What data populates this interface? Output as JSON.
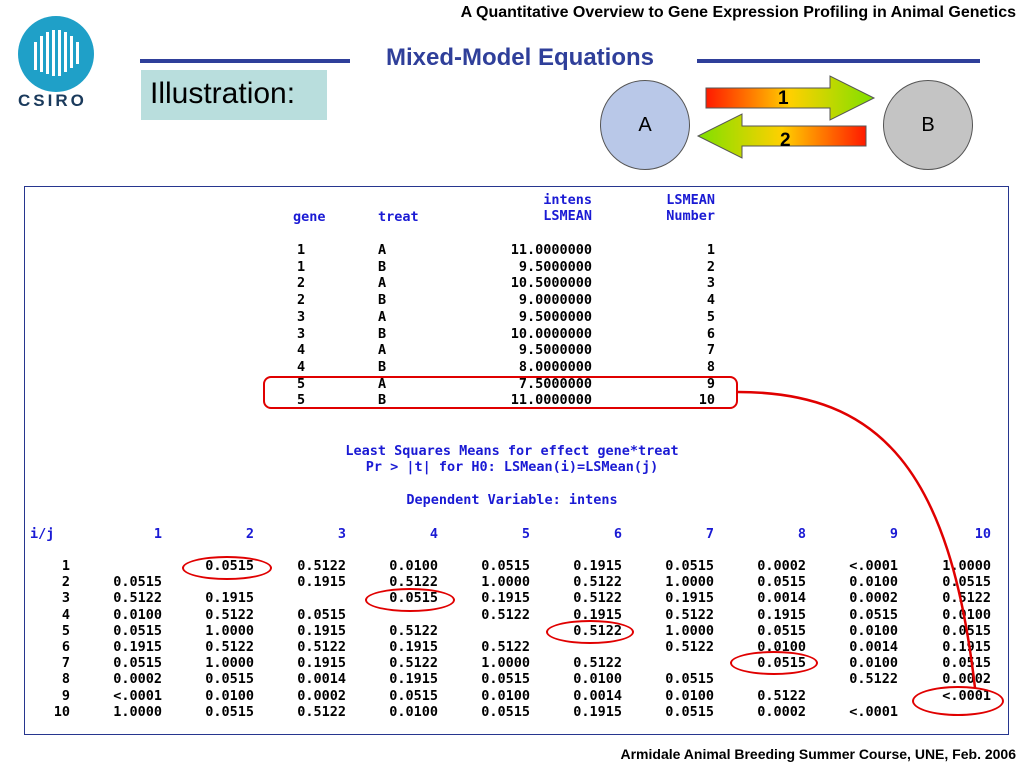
{
  "header_title": "A Quantitative Overview to Gene Expression Profiling in Animal Genetics",
  "slide_title": "Mixed-Model Equations",
  "logo_text": "CSIRO",
  "illustration_label": "Illustration:",
  "diagram": {
    "node_a": "A",
    "node_b": "B",
    "arrow_1": "1",
    "arrow_2": "2"
  },
  "lsmeans": {
    "headers": [
      "gene",
      "treat",
      "intens\nLSMEAN",
      "LSMEAN\nNumber"
    ],
    "rows": [
      [
        "1",
        "A",
        "11.0000000",
        "1"
      ],
      [
        "1",
        "B",
        "9.5000000",
        "2"
      ],
      [
        "2",
        "A",
        "10.5000000",
        "3"
      ],
      [
        "2",
        "B",
        "9.0000000",
        "4"
      ],
      [
        "3",
        "A",
        "9.5000000",
        "5"
      ],
      [
        "3",
        "B",
        "10.0000000",
        "6"
      ],
      [
        "4",
        "A",
        "9.5000000",
        "7"
      ],
      [
        "4",
        "B",
        "8.0000000",
        "8"
      ],
      [
        "5",
        "A",
        "7.5000000",
        "9"
      ],
      [
        "5",
        "B",
        "11.0000000",
        "10"
      ]
    ]
  },
  "caption": {
    "line1": "Least Squares Means for effect gene*treat",
    "line2": "Pr > |t| for H0: LSMean(i)=LSMean(j)",
    "line3": "Dependent Variable: intens"
  },
  "pmatrix": {
    "corner": "i/j",
    "cols": [
      "1",
      "2",
      "3",
      "4",
      "5",
      "6",
      "7",
      "8",
      "9",
      "10"
    ],
    "rows": [
      [
        "1",
        "",
        "0.0515",
        "0.5122",
        "0.0100",
        "0.0515",
        "0.1915",
        "0.0515",
        "0.0002",
        "<.0001",
        "1.0000"
      ],
      [
        "2",
        "0.0515",
        "",
        "0.1915",
        "0.5122",
        "1.0000",
        "0.5122",
        "1.0000",
        "0.0515",
        "0.0100",
        "0.0515"
      ],
      [
        "3",
        "0.5122",
        "0.1915",
        "",
        "0.0515",
        "0.1915",
        "0.5122",
        "0.1915",
        "0.0014",
        "0.0002",
        "0.5122"
      ],
      [
        "4",
        "0.0100",
        "0.5122",
        "0.0515",
        "",
        "0.5122",
        "0.1915",
        "0.5122",
        "0.1915",
        "0.0515",
        "0.0100"
      ],
      [
        "5",
        "0.0515",
        "1.0000",
        "0.1915",
        "0.5122",
        "",
        "0.5122",
        "1.0000",
        "0.0515",
        "0.0100",
        "0.0515"
      ],
      [
        "6",
        "0.1915",
        "0.5122",
        "0.5122",
        "0.1915",
        "0.5122",
        "",
        "0.5122",
        "0.0100",
        "0.0014",
        "0.1915"
      ],
      [
        "7",
        "0.0515",
        "1.0000",
        "0.1915",
        "0.5122",
        "1.0000",
        "0.5122",
        "",
        "0.0515",
        "0.0100",
        "0.0515"
      ],
      [
        "8",
        "0.0002",
        "0.0515",
        "0.0014",
        "0.1915",
        "0.0515",
        "0.0100",
        "0.0515",
        "",
        "0.5122",
        "0.0002"
      ],
      [
        "9",
        "<.0001",
        "0.0100",
        "0.0002",
        "0.0515",
        "0.0100",
        "0.0014",
        "0.0100",
        "0.5122",
        "",
        "<.0001"
      ],
      [
        "10",
        "1.0000",
        "0.0515",
        "0.5122",
        "0.0100",
        "0.0515",
        "0.1915",
        "0.0515",
        "0.0002",
        "<.0001",
        ""
      ]
    ]
  },
  "footer": "Armidale Animal Breeding Summer Course, UNE, Feb. 2006",
  "colors": {
    "title_blue": "#2f3f9a",
    "output_blue": "#1a1ad4",
    "highlight_red": "#e00000",
    "illustration_bg": "#b9dedd"
  }
}
